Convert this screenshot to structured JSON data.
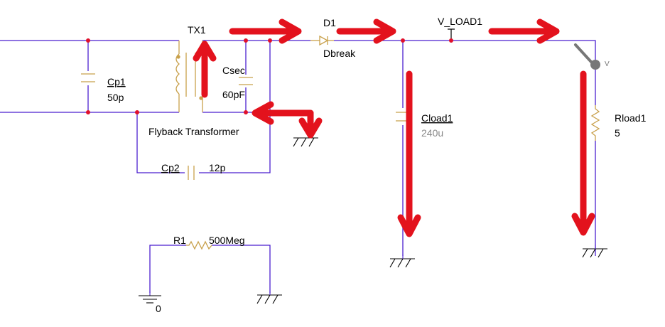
{
  "labels": {
    "tx1": "TX1",
    "csec": "Csec",
    "csec_value": "60pF",
    "cp1": "Cp1",
    "cp1_value": "50p",
    "d1": "D1",
    "d1_model": "Dbreak",
    "vload": "V_LOAD1",
    "cload": "Cload1",
    "cload_value": "240u",
    "rload": "Rload1",
    "rload_value": "5",
    "transformer": "Flyback Transformer",
    "cp2": "Cp2",
    "cp2_value": "12p",
    "r1": "R1",
    "r1_value": "500Meg",
    "ground_zero": "0",
    "probe": "V"
  },
  "colors": {
    "wire": "#4b1fcf",
    "component": "#c8a04a",
    "node": "#e0102c",
    "arrow": "#e3121d",
    "label": "#000000",
    "label_muted": "#888888",
    "probe": "#777777"
  },
  "icons": {
    "ground": "ground-symbol-icon",
    "probe": "voltage-probe-icon",
    "arrow": "current-flow-arrow-icon"
  }
}
